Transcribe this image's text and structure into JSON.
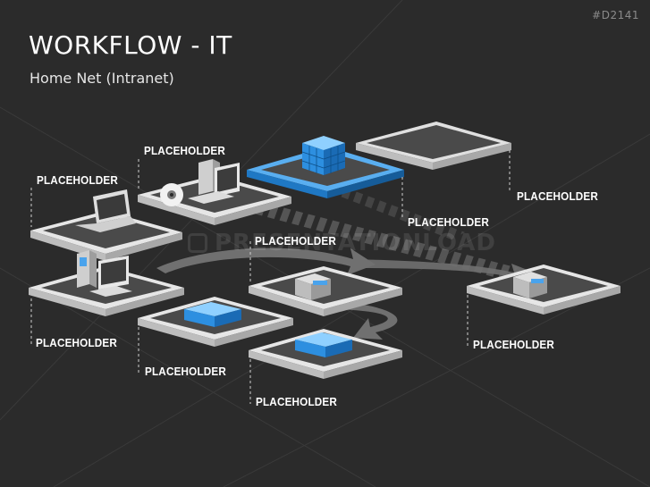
{
  "slide": {
    "code": "#D2141",
    "title": "WORKFLOW - IT",
    "subtitle": "Home Net (Intranet)",
    "watermark": "PRESENTATIONLOAD"
  },
  "labels": {
    "workstation_top": "PLACEHOLDER",
    "laptop": "PLACEHOLDER",
    "hub_right": "PLACEHOLDER",
    "hub_bottom": "PLACEHOLDER",
    "center": "PLACEHOLDER",
    "bottom_left": "PLACEHOLDER",
    "bottom_mid": "PLACEHOLDER",
    "bottom_center": "PLACEHOLDER",
    "bottom_right": "PLACEHOLDER"
  },
  "colors": {
    "background": "#2b2b2b",
    "platform_top": "#4a4a4a",
    "platform_side": "#d9d9d9",
    "hub_blue": "#2d8fe0",
    "arrow": "#6e6e6e"
  }
}
